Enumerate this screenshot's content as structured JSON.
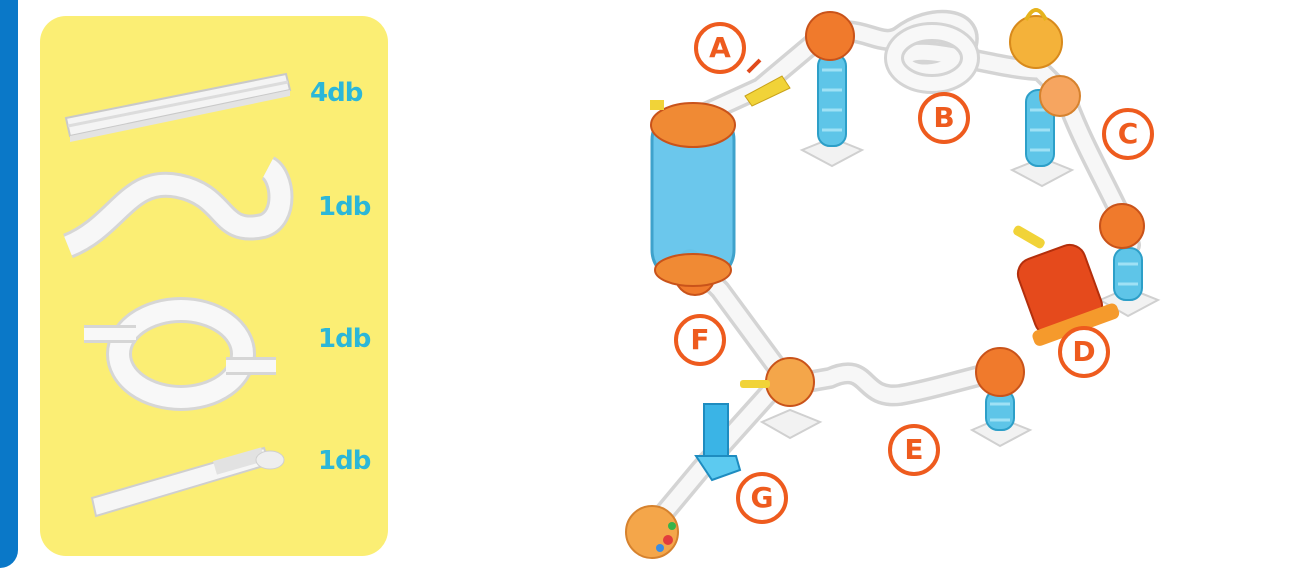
{
  "parts": [
    {
      "icon": "straight-track-icon",
      "count": "4db"
    },
    {
      "icon": "wave-track-icon",
      "count": "1db"
    },
    {
      "icon": "spiral-track-icon",
      "count": "1db"
    },
    {
      "icon": "launcher-track-icon",
      "count": "1db"
    }
  ],
  "sections": [
    "A",
    "B",
    "C",
    "D",
    "E",
    "F",
    "G"
  ],
  "colors": {
    "panel": "#fbee74",
    "count": "#2cb7d8",
    "label": "#ee5b1e",
    "edge": "#0a78c8"
  }
}
